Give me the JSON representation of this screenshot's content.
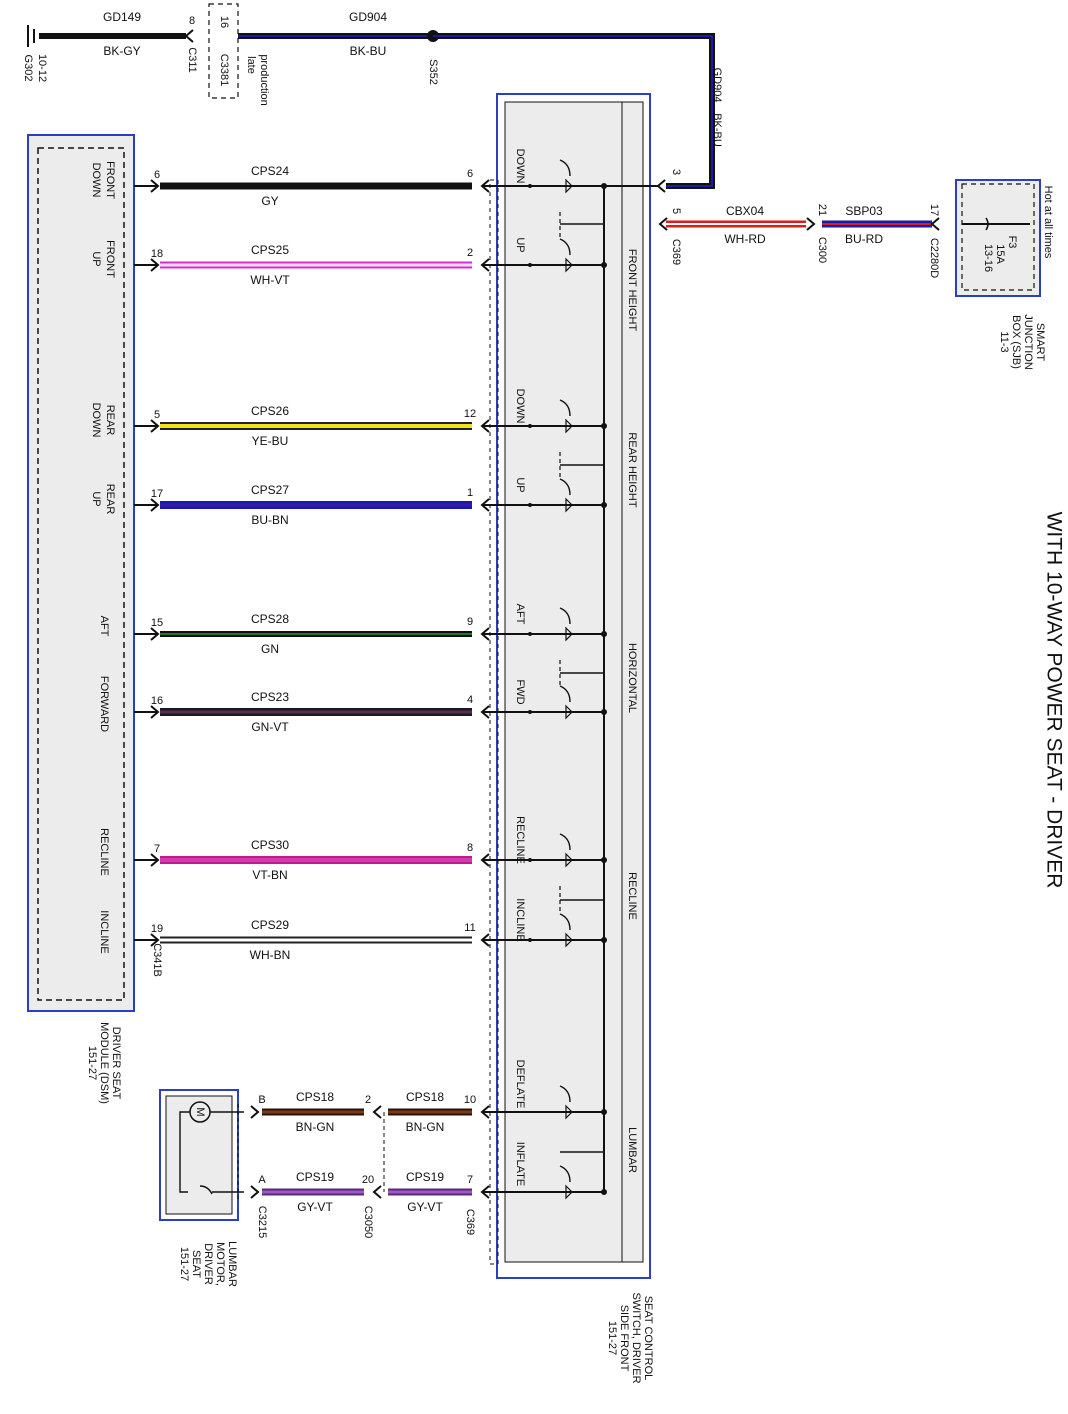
{
  "title": "WITH 10-WAY POWER SEAT - DRIVER",
  "ground": {
    "id": "G302",
    "page": "10-12",
    "wire1": {
      "circuit": "GD149",
      "color": "BK-GY"
    },
    "wire2": {
      "circuit": "GD904",
      "color": "BK-BU"
    },
    "connector1": {
      "name": "C311",
      "pin": "8"
    },
    "connector2": {
      "name": "C3381",
      "pin": "16",
      "note1": "late",
      "note2": "production"
    },
    "splice": "S352",
    "vertical": {
      "circuit": "GD904",
      "color": "BK-BU"
    }
  },
  "power": {
    "hot_label": "Hot at all times",
    "fuse": "F3",
    "amp": "15A",
    "fuse_page": "13-16",
    "box_lines": [
      "SMART",
      "JUNCTION",
      "BOX (SJB)",
      "11-3"
    ],
    "connector_sjb": {
      "name": "C2280D",
      "pin": "17"
    },
    "wire_sbp": {
      "circuit": "SBP03",
      "color": "BU-RD"
    },
    "connector_c300": {
      "name": "C300",
      "pin": "21"
    },
    "wire_cbx": {
      "circuit": "CBX04",
      "color": "WH-RD"
    },
    "connector_c369_power": {
      "pin": "5",
      "name": "C369"
    },
    "ground_pin": "3"
  },
  "dsm": {
    "connector": "C341B",
    "lines": [
      "DRIVER SEAT",
      "MODULE (DSM)",
      "151-27"
    ]
  },
  "switch": {
    "lines": [
      "SEAT CONTROL",
      "SWITCH, DRIVER",
      "SIDE FRONT",
      "151-27"
    ],
    "groups": [
      "FRONT HEIGHT",
      "REAR HEIGHT",
      "HORIZONTAL",
      "RECLINE",
      "LUMBAR"
    ]
  },
  "circuits": [
    {
      "dsm_label": [
        "FRONT",
        "DOWN"
      ],
      "dsm_pin": "6",
      "circuit": "CPS24",
      "color": "GY",
      "switch_pin": "6",
      "switch_label": "DOWN"
    },
    {
      "dsm_label": [
        "FRONT",
        "UP"
      ],
      "dsm_pin": "18",
      "circuit": "CPS25",
      "color": "WH-VT",
      "switch_pin": "2",
      "switch_label": "UP"
    },
    {
      "dsm_label": [
        "REAR",
        "DOWN"
      ],
      "dsm_pin": "5",
      "circuit": "CPS26",
      "color": "YE-BU",
      "switch_pin": "12",
      "switch_label": "DOWN"
    },
    {
      "dsm_label": [
        "REAR",
        "UP"
      ],
      "dsm_pin": "17",
      "circuit": "CPS27",
      "color": "BU-BN",
      "switch_pin": "1",
      "switch_label": "UP"
    },
    {
      "dsm_label": [
        "AFT"
      ],
      "dsm_pin": "15",
      "circuit": "CPS28",
      "color": "GN",
      "switch_pin": "9",
      "switch_label": "AFT"
    },
    {
      "dsm_label": [
        "FORWARD"
      ],
      "dsm_pin": "16",
      "circuit": "CPS23",
      "color": "GN-VT",
      "switch_pin": "4",
      "switch_label": "FWD"
    },
    {
      "dsm_label": [
        "RECLINE"
      ],
      "dsm_pin": "7",
      "circuit": "CPS30",
      "color": "VT-BN",
      "switch_pin": "8",
      "switch_label": "RECLINE"
    },
    {
      "dsm_label": [
        "INCLINE"
      ],
      "dsm_pin": "19",
      "circuit": "CPS29",
      "color": "WH-BN",
      "switch_pin": "11",
      "switch_label": "INCLINE"
    }
  ],
  "lumbar": {
    "motor_lines": [
      "LUMBAR",
      "MOTOR,",
      "DRIVER",
      "SEAT",
      "151-27"
    ],
    "conn_motor": "C3215",
    "conn_mid": "C3050",
    "conn_switch": "C369",
    "motor_symbol": "M",
    "wires": [
      {
        "motor_pin": "B",
        "circuit": "CPS18",
        "color": "BN-GN",
        "mid_pin": "2",
        "switch_pin": "10",
        "switch_label": "DEFLATE"
      },
      {
        "motor_pin": "A",
        "circuit": "CPS19",
        "color": "GY-VT",
        "mid_pin": "20",
        "switch_pin": "7",
        "switch_label": "INFLATE"
      }
    ]
  },
  "colors": {
    "box_border": "#2b3fbf",
    "box_fill": "#ececec",
    "black": "#111111",
    "grey": "#9a9a9a",
    "white": "#ffffff",
    "violet": "#cc33cc",
    "yellow": "#f2e21a",
    "blue": "#1a1aa8",
    "brown": "#7a3a12",
    "green": "#1e7a2a",
    "red": "#d81e1e",
    "magenta": "#c01b8a"
  }
}
